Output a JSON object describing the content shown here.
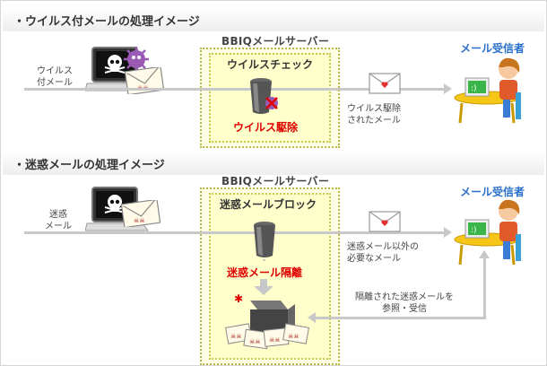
{
  "section1": {
    "title": "・ウイルス付メールの処理イメージ",
    "server_label": "BBIQメールサーバー",
    "check_label": "ウイルスチェック",
    "sender_label_line1": "ウイルス",
    "sender_label_line2": "付メール",
    "action_label": "ウイルス駆除",
    "delivered_line1": "ウイルス駆除",
    "delivered_line2": "されたメール",
    "receiver_label": "メール受信者"
  },
  "section2": {
    "title": "・迷惑メールの処理イメージ",
    "server_label": "BBIQメールサーバー",
    "block_label": "迷惑メールブロック",
    "sender_label_line1": "迷惑",
    "sender_label_line2": "メール",
    "action_label": "迷惑メール隔離",
    "delivered_line1": "迷惑メール以外の",
    "delivered_line2": "必要なメール",
    "quarantine_line1": "隔離された迷惑メールを",
    "quarantine_line2": "参照・受信",
    "receiver_label": "メール受信者"
  },
  "colors": {
    "accent_red": "#e00000",
    "receiver_blue": "#2a6fc9",
    "box_fill": "#ffffcc",
    "box_border": "#c8c850",
    "arrow": "#c8c8c8"
  }
}
